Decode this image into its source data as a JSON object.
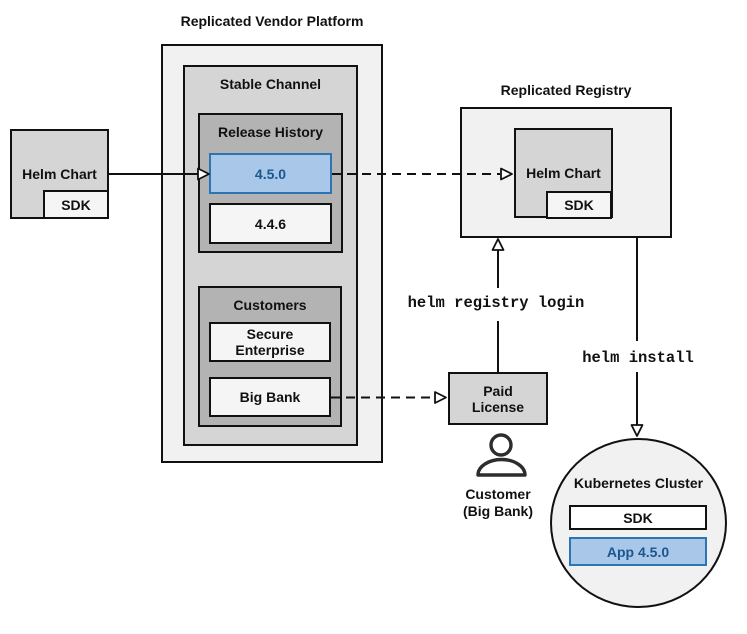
{
  "colors": {
    "outer_fill": "#f1f1f1",
    "panel_fill": "#d5d5d5",
    "group_fill": "#b3b3b3",
    "item_fill": "#f5f5f5",
    "highlight_fill": "#a9c7e8",
    "highlight_border": "#2d74b5",
    "highlight_text": "#1a578f",
    "line_color": "#111111"
  },
  "vendor_platform": {
    "title": "Replicated Vendor Platform",
    "stable_channel": {
      "label": "Stable Channel"
    },
    "release_history": {
      "label": "Release History",
      "releases": [
        {
          "version": "4.5.0",
          "highlighted": true
        },
        {
          "version": "4.4.6",
          "highlighted": false
        }
      ]
    },
    "customers": {
      "label": "Customers",
      "items": [
        {
          "name": "Secure Enterprise"
        },
        {
          "name": "Big Bank"
        }
      ]
    }
  },
  "source": {
    "helm_chart_label": "Helm Chart",
    "sdk_label": "SDK"
  },
  "registry": {
    "title": "Replicated Registry",
    "helm_chart_label": "Helm Chart",
    "sdk_label": "SDK"
  },
  "license": {
    "label": "Paid License",
    "customer_label": "Customer (Big Bank)"
  },
  "cluster": {
    "label": "Kubernetes Cluster",
    "sdk_label": "SDK",
    "app_label": "App 4.5.0"
  },
  "commands": {
    "registry_login": "helm registry login",
    "install": "helm install"
  },
  "icons": {
    "customer": "person-icon"
  }
}
